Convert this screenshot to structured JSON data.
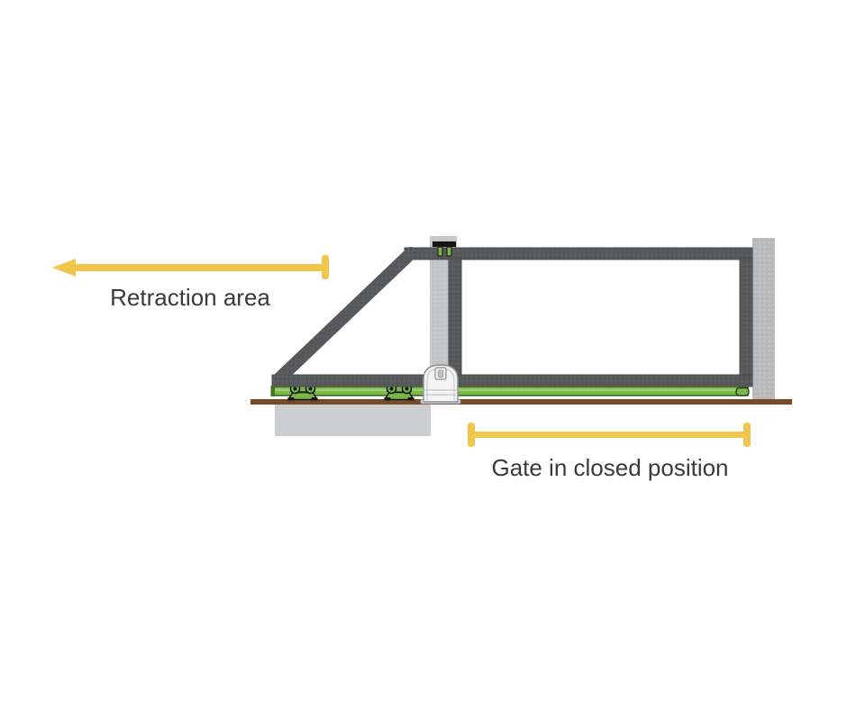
{
  "annotations": {
    "retraction": {
      "label": "Retraction area",
      "style": "yellow arrow pointing left with end cap"
    },
    "gate_closed": {
      "label": "Gate in closed position",
      "style": "yellow dimension line with end caps"
    }
  },
  "diagram": {
    "type": "side-view illustration of a cantilever sliding gate",
    "parts": [
      "cantilever gate frame with diagonal brace",
      "guide post",
      "top guide bracket with green rollers",
      "gate motor",
      "green bottom track rail",
      "two green roller carriages",
      "brown ground line",
      "concrete foundation block",
      "receiving pillar"
    ]
  },
  "colors": {
    "annotation_yellow": "#F1C64A",
    "label_text": "#3A3A3A",
    "frame_gray": "#58595B",
    "post_gray": "#C5C6C8",
    "pillar_gray": "#B9BABC",
    "foundation_gray": "#CDCECF",
    "rail_green": "#7AB648",
    "rail_green_dark": "#2E5A1C",
    "ground_brown": "#7A4A27",
    "motor_white": "#F4F4F5"
  }
}
